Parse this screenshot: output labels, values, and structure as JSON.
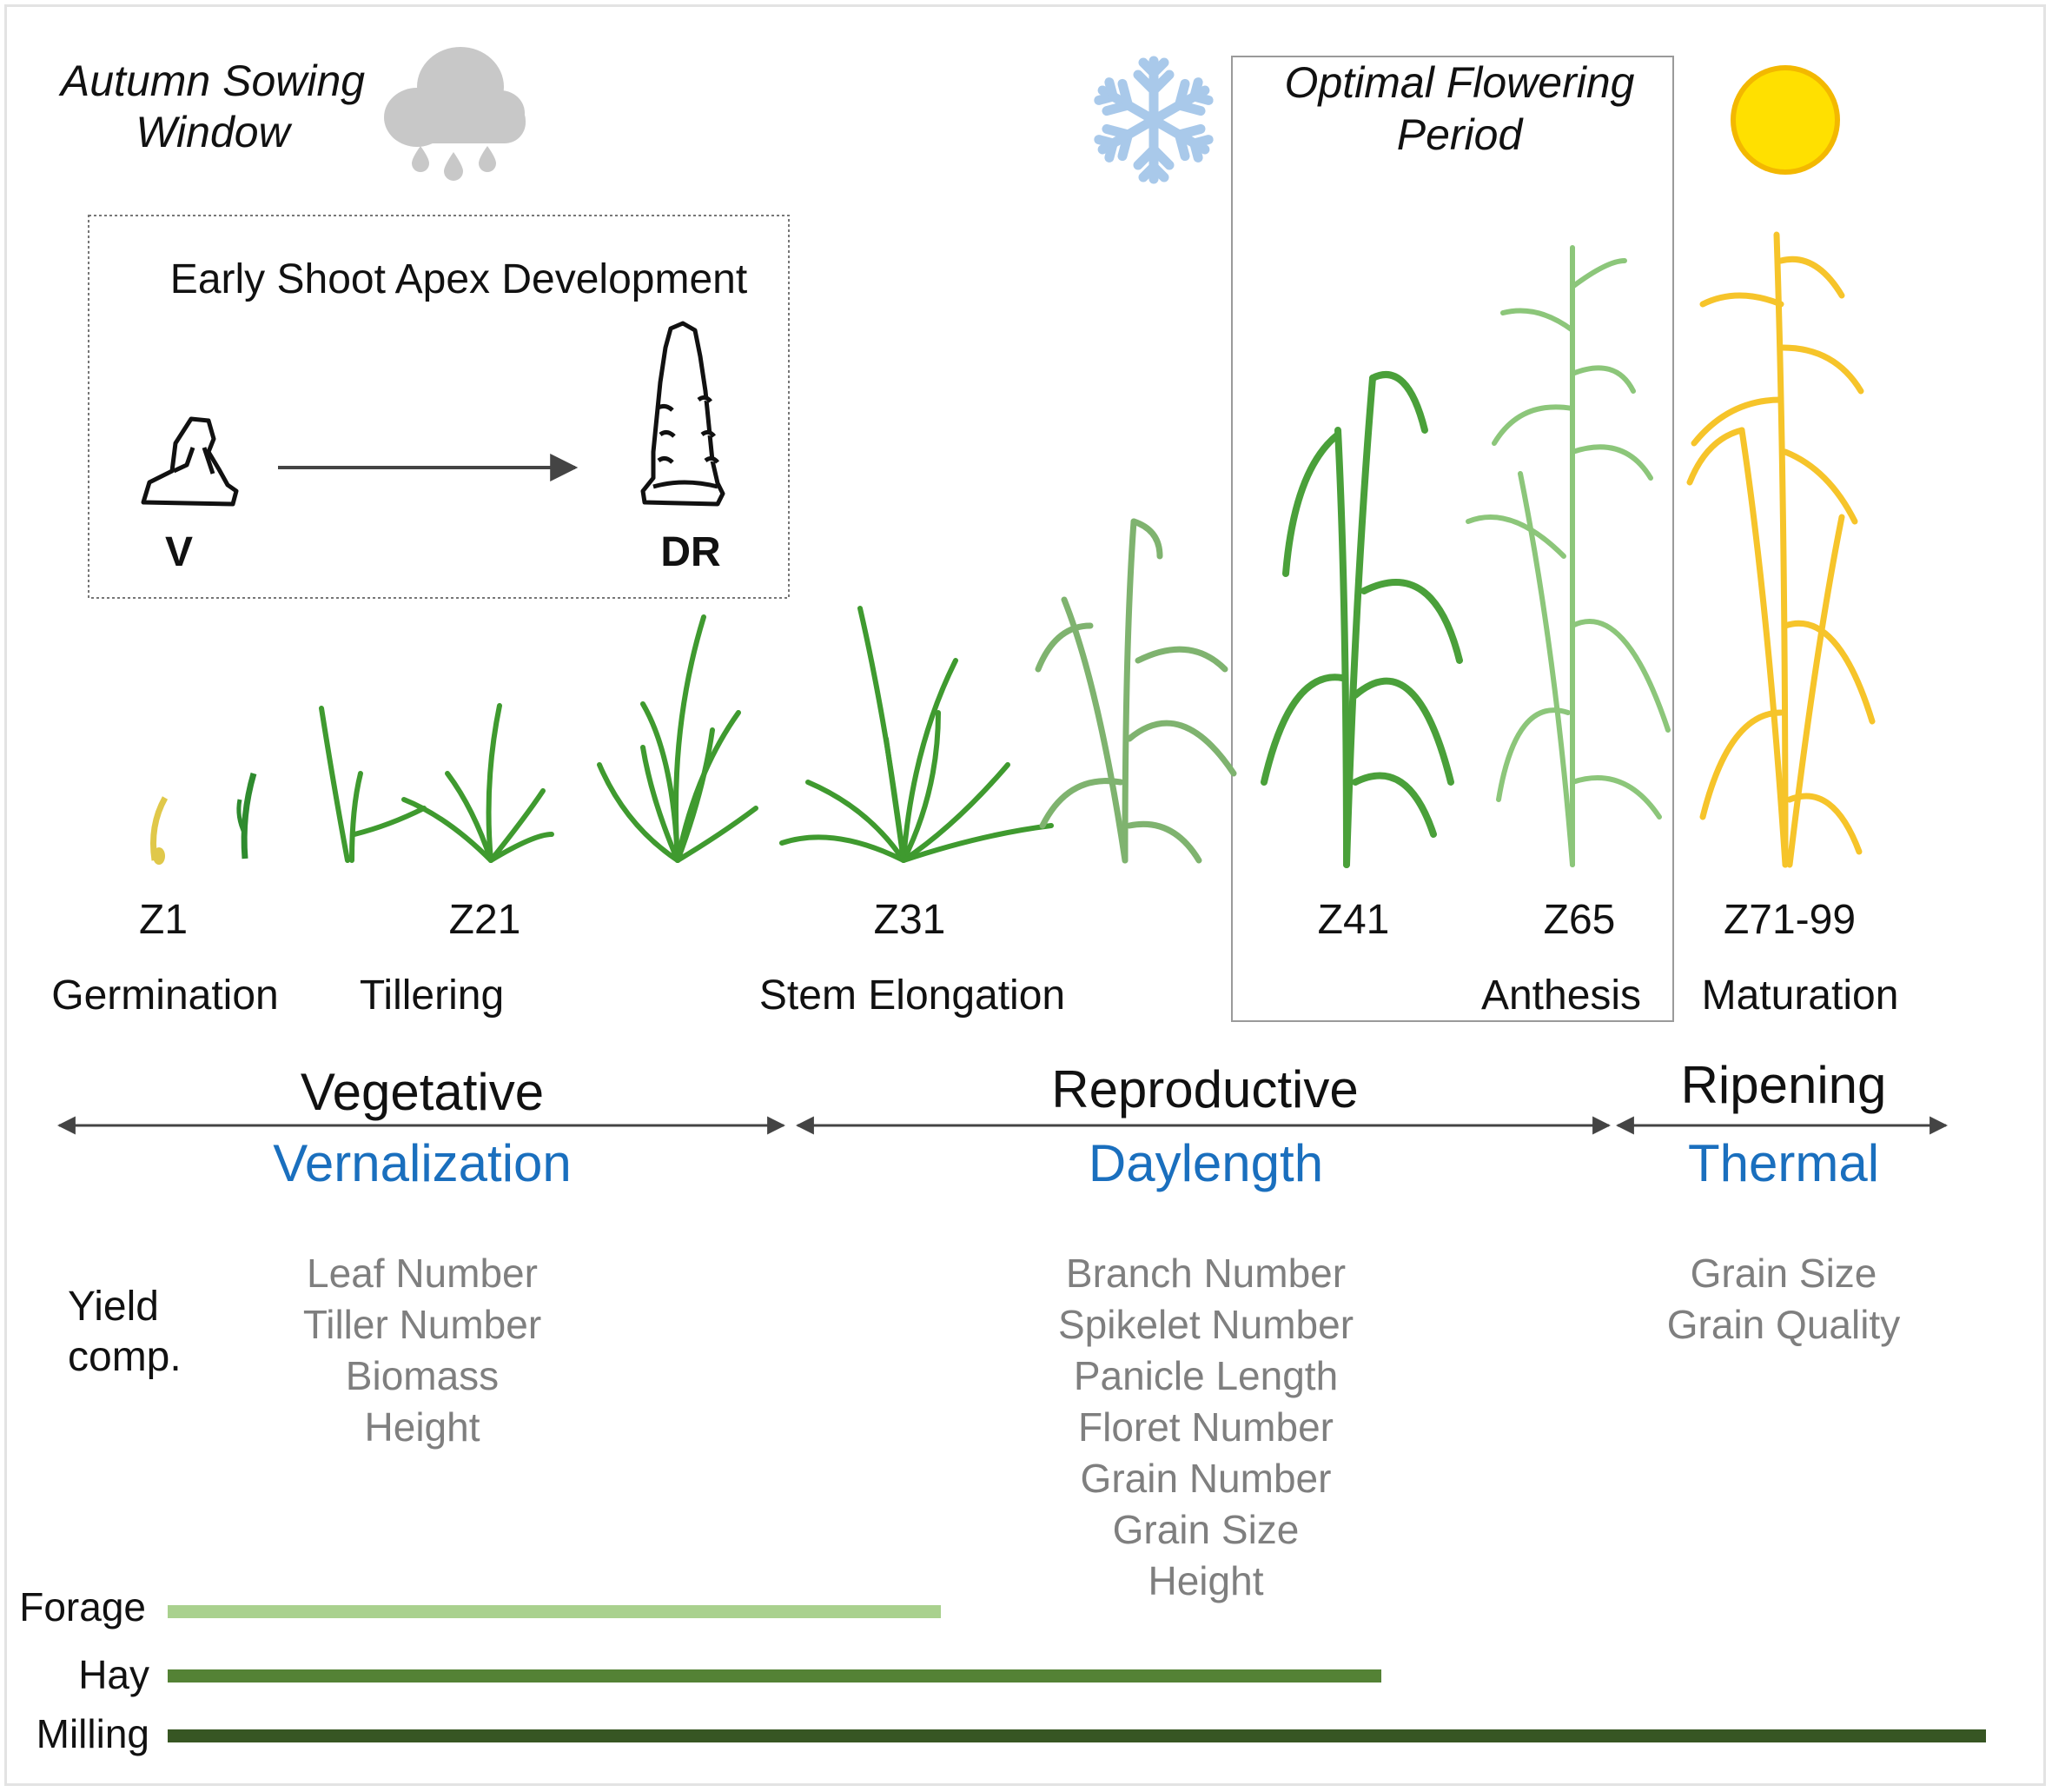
{
  "sowing_window": {
    "line1": "Autumn Sowing",
    "line2": "Window"
  },
  "flowering_period": {
    "line1": "Optimal Flowering",
    "line2": "Period"
  },
  "apex_panel": {
    "title": "Early Shoot Apex Development",
    "from_label": "V",
    "to_label": "DR"
  },
  "stages": [
    {
      "code": "Z1",
      "name": "Germination"
    },
    {
      "code": "Z21",
      "name": "Tillering"
    },
    {
      "code": "Z31",
      "name": "Stem Elongation"
    },
    {
      "code": "Z41",
      "name": ""
    },
    {
      "code": "Z65",
      "name": "Anthesis"
    },
    {
      "code": "Z71-99",
      "name": "Maturation"
    }
  ],
  "phases": [
    {
      "name": "Vegetative",
      "driver": "Vernalization"
    },
    {
      "name": "Reproductive",
      "driver": "Daylength"
    },
    {
      "name": "Ripening",
      "driver": "Thermal"
    }
  ],
  "yield_components": {
    "label_line1": "Yield",
    "label_line2": "comp.",
    "vegetative": [
      "Leaf Number",
      "Tiller Number",
      "Biomass",
      "Height"
    ],
    "reproductive": [
      "Branch Number",
      "Spikelet Number",
      "Panicle Length",
      "Floret Number",
      "Grain Number",
      "Grain Size",
      "Height"
    ],
    "ripening": [
      "Grain Size",
      "Grain Quality"
    ]
  },
  "uses": [
    {
      "label": "Forage",
      "color": "#a9d18e"
    },
    {
      "label": "Hay",
      "color": "#548235"
    },
    {
      "label": "Milling",
      "color": "#375623"
    }
  ],
  "colors": {
    "driver_blue": "#1a6fbe",
    "component_gray": "#7f7f7f",
    "cloud_gray": "#c8c8c8",
    "snowflake_blue": "#a9c9ea",
    "sun_yellow": "#ffe000",
    "sun_outline": "#f3b800",
    "plant_green": "#3f9a2f",
    "plant_light_green": "#9fcf8a",
    "plant_yellow": "#f6c42a"
  },
  "icons": [
    "rain-cloud-icon",
    "snowflake-icon",
    "sun-icon",
    "vegetative-apex-icon",
    "double-ridge-apex-icon"
  ]
}
